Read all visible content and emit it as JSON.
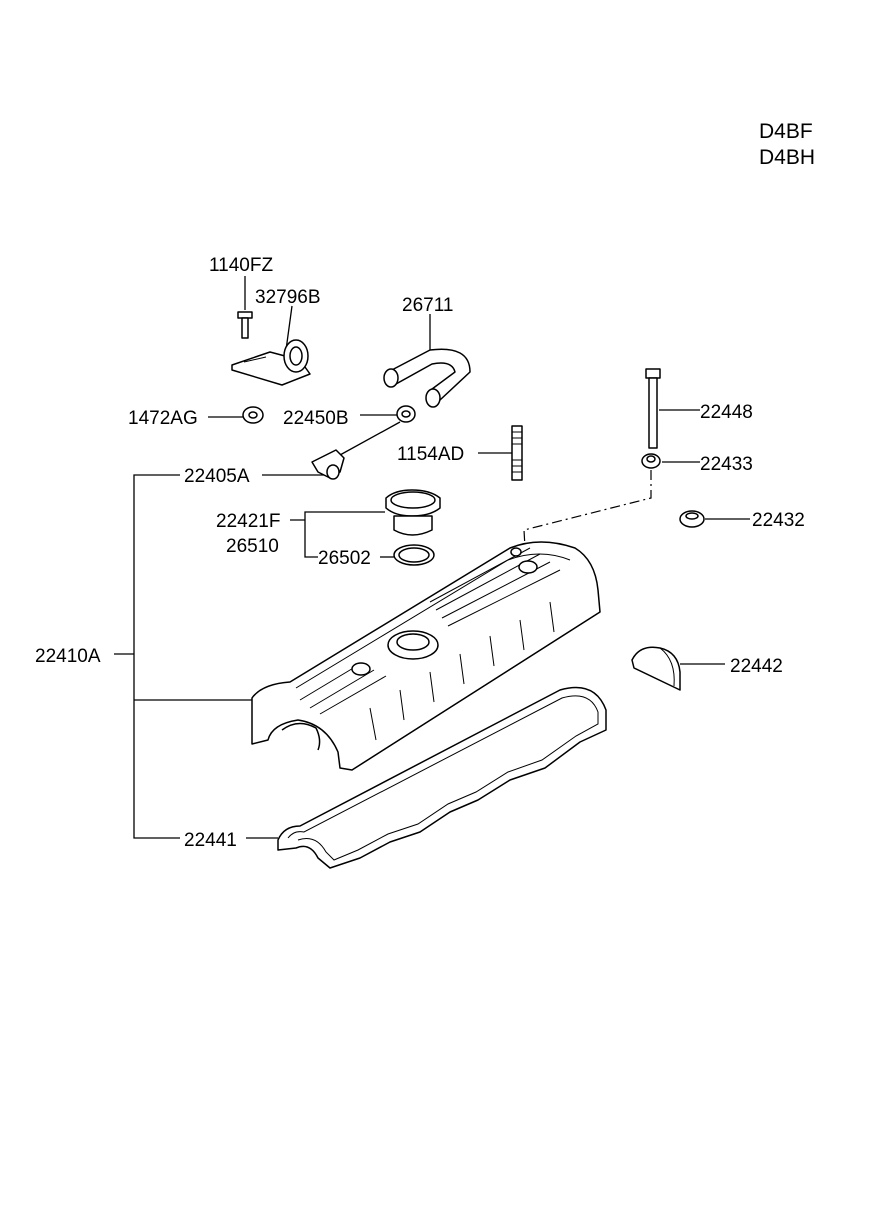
{
  "engine_codes": [
    "D4BF",
    "D4BH"
  ],
  "labels": {
    "p1140FZ": "1140FZ",
    "p32796B": "32796B",
    "p26711": "26711",
    "p1472AG": "1472AG",
    "p22450B": "22450B",
    "p22448": "22448",
    "p1154AD": "1154AD",
    "p22405A": "22405A",
    "p22433": "22433",
    "p22421F": "22421F",
    "p26510": "26510",
    "p26502": "26502",
    "p22432": "22432",
    "p22410A": "22410A",
    "p22442": "22442",
    "p22441": "22441"
  }
}
